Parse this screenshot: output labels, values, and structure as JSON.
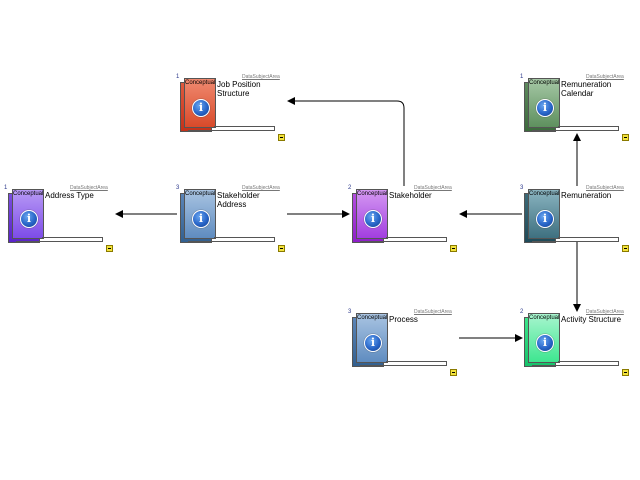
{
  "diagram": {
    "nodes": {
      "job_position_structure": {
        "number": "1",
        "subject_area": "DataSubjectArea",
        "tag": "Conceptual",
        "icon": "info-icon",
        "title": "Job Position Structure",
        "color": "#d84a2a"
      },
      "remuneration_calendar": {
        "number": "1",
        "subject_area": "DataSubjectArea",
        "tag": "Conceptual",
        "icon": "info-icon",
        "title": "Remuneration Calendar",
        "color": "#4a7a4a"
      },
      "address_type": {
        "number": "1",
        "subject_area": "DataSubjectArea",
        "tag": "Conceptual",
        "icon": "info-icon",
        "title": "Address Type",
        "color": "#6a36e0"
      },
      "stakeholder_address": {
        "number": "3",
        "subject_area": "DataSubjectArea",
        "tag": "Conceptual",
        "icon": "info-icon",
        "title": "Stakeholder Address",
        "color": "#4f7cb0"
      },
      "stakeholder": {
        "number": "2",
        "subject_area": "DataSubjectArea",
        "tag": "Conceptual",
        "icon": "info-icon",
        "title": "Stakeholder",
        "color": "#a23ee0"
      },
      "remuneration": {
        "number": "3",
        "subject_area": "DataSubjectArea",
        "tag": "Conceptual",
        "icon": "info-icon",
        "title": "Remuneration",
        "color": "#2e5a68"
      },
      "process": {
        "number": "3",
        "subject_area": "DataSubjectArea",
        "tag": "Conceptual",
        "icon": "info-icon",
        "title": "Process",
        "color": "#4f7cb0"
      },
      "activity_structure": {
        "number": "2",
        "subject_area": "DataSubjectArea",
        "tag": "Conceptual",
        "icon": "info-icon",
        "title": "Activity Structure",
        "color": "#2ee08a"
      }
    },
    "edges": [
      {
        "from": "Stakeholder Address",
        "to": "Address Type"
      },
      {
        "from": "Stakeholder Address",
        "to": "Stakeholder"
      },
      {
        "from": "Stakeholder",
        "to": "Job Position Structure"
      },
      {
        "from": "Remuneration",
        "to": "Stakeholder"
      },
      {
        "from": "Remuneration",
        "to": "Remuneration Calendar"
      },
      {
        "from": "Remuneration",
        "to": "Activity Structure"
      },
      {
        "from": "Process",
        "to": "Activity Structure"
      }
    ]
  }
}
